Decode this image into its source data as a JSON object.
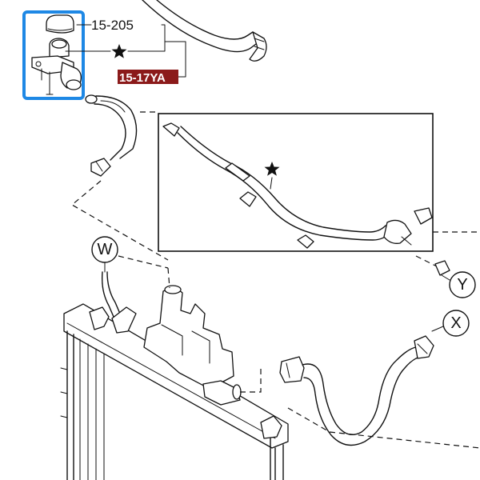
{
  "labels": {
    "part_a": "15-205",
    "part_b": "15-17YA",
    "callout_w": "W",
    "callout_x": "X",
    "callout_y": "Y"
  },
  "colors": {
    "selection_box": "#1e88e5",
    "part_highlight": "#8b1a1a",
    "ink": "#111111"
  },
  "icons": {
    "star": "star-icon"
  }
}
